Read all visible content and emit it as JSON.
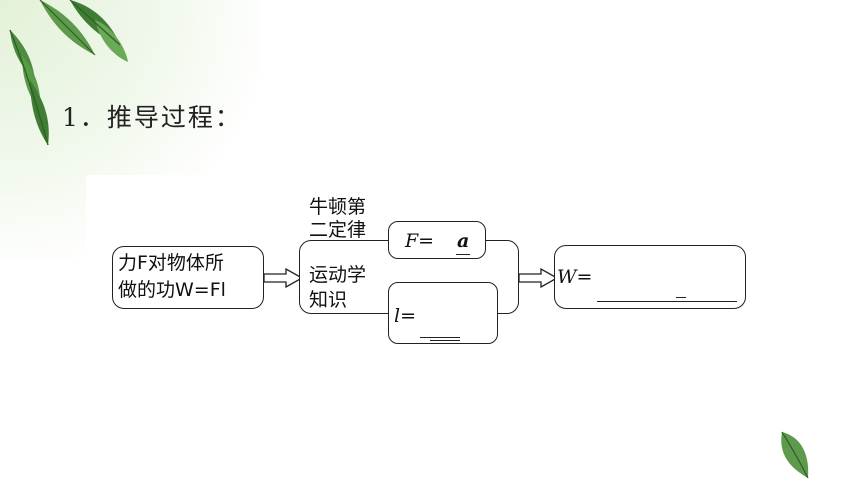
{
  "heading": "1．推导过程：",
  "diagram": {
    "start_line1": "力F对物体所",
    "start_line2": "做的功W=Fl",
    "newton_label_line1": "牛顿第",
    "newton_label_line2": "二定律",
    "newton_formula": "F=",
    "newton_partial": "a",
    "kinematics_line1": "运动学",
    "kinematics_line2": "知识",
    "kinematics_formula": "l=",
    "result_formula": "W="
  }
}
